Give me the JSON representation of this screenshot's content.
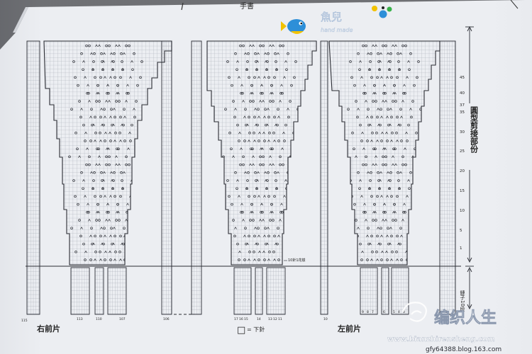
{
  "header": {
    "book_running_title": "手書",
    "logo_text": "魚兒",
    "logo_subtitle": "hand made"
  },
  "charts": {
    "right_front_label": "右前片",
    "left_front_label": "左前片",
    "legend_symbol": "□",
    "legend_text": "= 下針",
    "pattern_repeat_note": "10針1花樣",
    "side_label": "圓型剪接部份",
    "ribbing_note": "鏈子10段"
  },
  "row_numbers": [
    "45",
    "40",
    "37",
    "35",
    "30",
    "25",
    "20",
    "15",
    "10",
    "5",
    "1"
  ],
  "stitch_numbers": {
    "right_front": [
      "115",
      "113",
      "110",
      "107",
      "106"
    ],
    "middle": [
      "17",
      "16",
      "15",
      "14",
      "13",
      "12",
      "11",
      "10"
    ],
    "left_front": [
      "9",
      "8",
      "7",
      "6",
      "5",
      "4",
      "3",
      "2"
    ]
  },
  "watermark": {
    "brand_cn": "编织人生",
    "site": "www.bianzhirensheng.com",
    "credit": "gfy64388.blog.163.com"
  },
  "colors": {
    "paper": "#eceef2",
    "grid_line": "#a4a9b3",
    "chart_ink": "#2a2c33",
    "background": "#2c2d31"
  }
}
